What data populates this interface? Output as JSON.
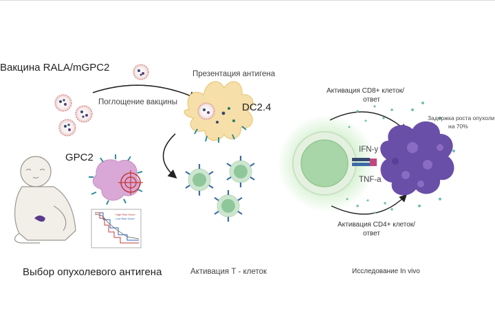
{
  "labels": {
    "vaccine": "Вакцина RALA/mGPC2",
    "uptake": "Поглощение вакцины",
    "presentation": "Презентация антигена",
    "dc": "DC2.4",
    "gpc2": "GPC2",
    "selection": "Выбор опухолевого антигена",
    "tcell_activation": "Активация Т - клеток",
    "in_vivo": "Исследование In vivo",
    "cd8_line1": "Активация CD8+ клеток/",
    "cd8_line2": "ответ",
    "cd4_line1": "Активация CD4+ клеток/",
    "cd4_line2": "ответ",
    "ifn": "IFN-y",
    "tnf": "TNF-a",
    "delay_line1": "Задержка роста опухоли",
    "delay_line2": "на 70%",
    "km_legend_high": "High Risk Score",
    "km_legend_low": "Low Risk Score"
  },
  "colors": {
    "nanoparticle_ring": "#e28a8a",
    "dc_body": "#f6dfa8",
    "tcell_green": "#8fc79a",
    "tumor_purple": "#6a4fa8",
    "gpc2_pink": "#d9a8d6",
    "receptor_blue": "#3a6aa8",
    "km_red": "#c43a3a",
    "km_blue": "#2f62b5"
  },
  "icons": [
    "nanoparticle-icon",
    "dendritic-cell-icon",
    "tcell-icon",
    "tumor-icon",
    "baby-icon",
    "target-icon"
  ]
}
